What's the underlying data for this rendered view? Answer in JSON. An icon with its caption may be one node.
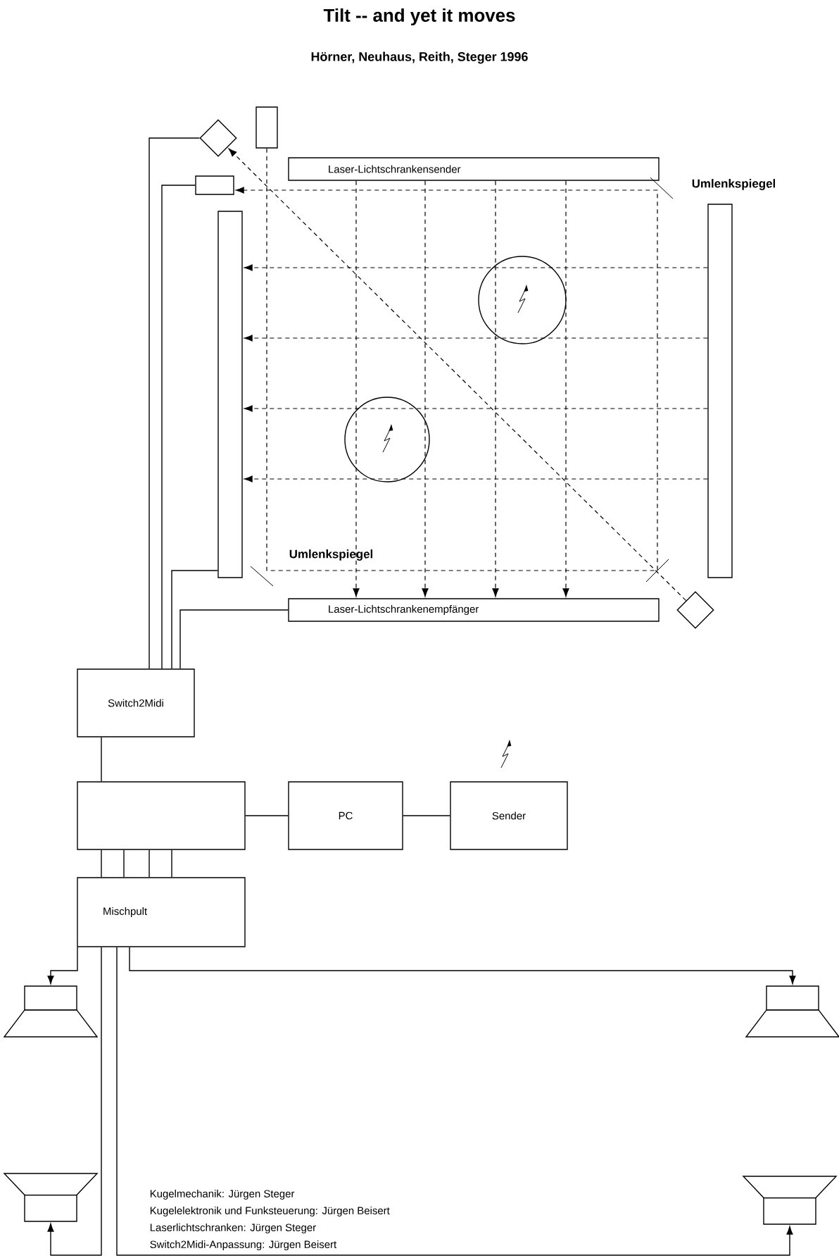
{
  "diagram": {
    "title": "Tilt -- and yet it moves",
    "nodes": [
      {
        "text": [],
        "shape": "diamond"
      },
      {
        "text": [],
        "shape": "box"
      },
      {
        "text": [],
        "shape": "box"
      },
      {
        "text": [],
        "shape": "bar"
      },
      {
        "text": [
          "Laser-Lichtschrankensender"
        ]
      },
      {
        "text": [],
        "shape": "bar"
      },
      {
        "text": [
          "Laser-Lichtschrankenempfänger"
        ]
      },
      {
        "text": [],
        "shape": "diamond"
      },
      {
        "text": [
          "Switch2Midi"
        ]
      },
      {
        "text": [],
        "shape": "box"
      },
      {
        "text": [
          "PC"
        ]
      },
      {
        "text": [
          "Sender"
        ]
      },
      {
        "text": [
          "Mischpult"
        ]
      },
      {
        "text": [],
        "shape": "speaker"
      },
      {
        "text": [],
        "shape": "speaker"
      },
      {
        "text": [],
        "shape": "speaker"
      },
      {
        "text": [],
        "shape": "speaker"
      }
    ],
    "edges": [
      {
        "from": 0,
        "to": 8,
        "arrow": "none"
      },
      {
        "from": 2,
        "to": 8,
        "arrow": "none"
      },
      {
        "from": 3,
        "to": 8,
        "arrow": "none"
      },
      {
        "from": 6,
        "to": 8,
        "arrow": "none"
      },
      {
        "from": 8,
        "to": 9,
        "arrow": "none"
      },
      {
        "from": 9,
        "to": 10,
        "arrow": "none"
      },
      {
        "from": 10,
        "to": 11,
        "arrow": "none"
      },
      {
        "from": 9,
        "to": 12,
        "arrow": "none"
      },
      {
        "from": 9,
        "to": 12,
        "arrow": "none"
      },
      {
        "from": 9,
        "to": 12,
        "arrow": "none"
      },
      {
        "from": 9,
        "to": 12,
        "arrow": "none"
      },
      {
        "from": 12,
        "to": 13,
        "arrow": "to"
      },
      {
        "from": 12,
        "to": 14,
        "arrow": "to"
      },
      {
        "from": 12,
        "to": 15,
        "arrow": "to"
      },
      {
        "from": 12,
        "to": 16,
        "arrow": "to"
      },
      {
        "from": 1,
        "to": 2,
        "arrow": "to",
        "style": "dashed"
      },
      {
        "from": 4,
        "to": 6,
        "arrow": "to",
        "style": "dashed"
      },
      {
        "from": 4,
        "to": 6,
        "arrow": "to",
        "style": "dashed"
      },
      {
        "from": 4,
        "to": 6,
        "arrow": "to",
        "style": "dashed"
      },
      {
        "from": 4,
        "to": 6,
        "arrow": "to",
        "style": "dashed"
      },
      {
        "from": 5,
        "to": 3,
        "arrow": "to",
        "style": "dashed"
      },
      {
        "from": 5,
        "to": 3,
        "arrow": "to",
        "style": "dashed"
      },
      {
        "from": 5,
        "to": 3,
        "arrow": "to",
        "style": "dashed"
      },
      {
        "from": 5,
        "to": 3,
        "arrow": "to",
        "style": "dashed"
      },
      {
        "from": 7,
        "to": 0,
        "arrow": "to",
        "style": "dashed"
      }
    ],
    "labels": [
      "Hörner, Neuhaus, Reith, Steger 1996",
      "Umlenkspiegel",
      "Umlenkspiegel",
      "Kugelmechanik: Jürgen Steger",
      "Kugelelektronik und Funksteuerung: Jürgen Beisert",
      "Laserlichtschranken: Jürgen Steger",
      "Switch2Midi-Anpassung: Jürgen Beisert"
    ]
  }
}
